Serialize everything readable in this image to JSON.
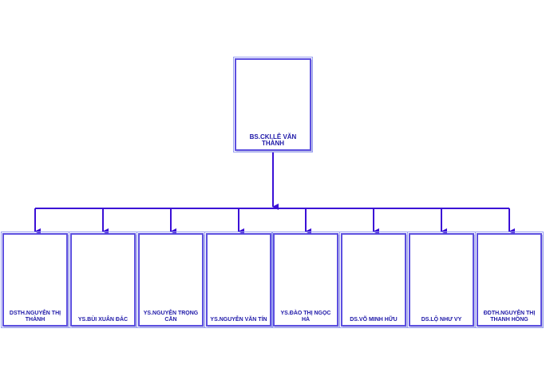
{
  "diagram": {
    "root": {
      "label": "BS.CKI.LÊ VĂN THÀNH"
    },
    "children": [
      {
        "label": "DSTH.NGUYỄN THỊ THÀNH"
      },
      {
        "label": "YS.BÙI XUÂN ĐẮC"
      },
      {
        "label": "YS.NGUYỄN TRỌNG CẦN"
      },
      {
        "label": "YS.NGUYỄN VĂN TÍN"
      },
      {
        "label": "YS.ĐÀO THỊ NGỌC HÀ"
      },
      {
        "label": "DS.VÕ MINH HỮU"
      },
      {
        "label": "DS.LỘ NHƯ VY"
      },
      {
        "label": "ĐDTH.NGUYỄN THỊ THANH HỒNG"
      }
    ]
  },
  "colors": {
    "connector": "#3b10d6",
    "border": "#5c4fe0",
    "text": "#1e18a8"
  }
}
